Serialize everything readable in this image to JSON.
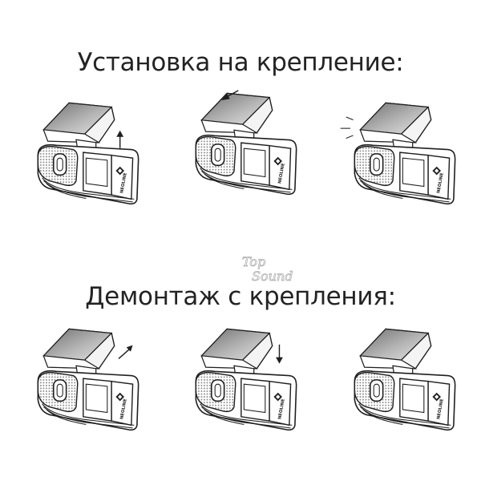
{
  "install": {
    "title": "Установка на крепление:",
    "steps": [
      {
        "arrow": "up-arrow-icon"
      },
      {
        "arrow": "left-arrow-icon"
      },
      {
        "arrow": "click-lines-icon"
      }
    ]
  },
  "remove": {
    "title": "Демонтаж с крепления:",
    "steps": [
      {
        "arrow": "up-right-arrow-icon"
      },
      {
        "arrow": "down-arrow-icon"
      },
      {
        "arrow": "none"
      }
    ]
  },
  "device": {
    "brand": "NEOLINE"
  },
  "watermark": {
    "line1": "Top",
    "line2": "Sound"
  },
  "colors": {
    "line": "#1f1f1f",
    "mount_dark": "#7a7a7a",
    "mount_light": "#d9d9d9",
    "lens_mesh": "#9a9a9a",
    "watermark": "#b8b8b8"
  }
}
